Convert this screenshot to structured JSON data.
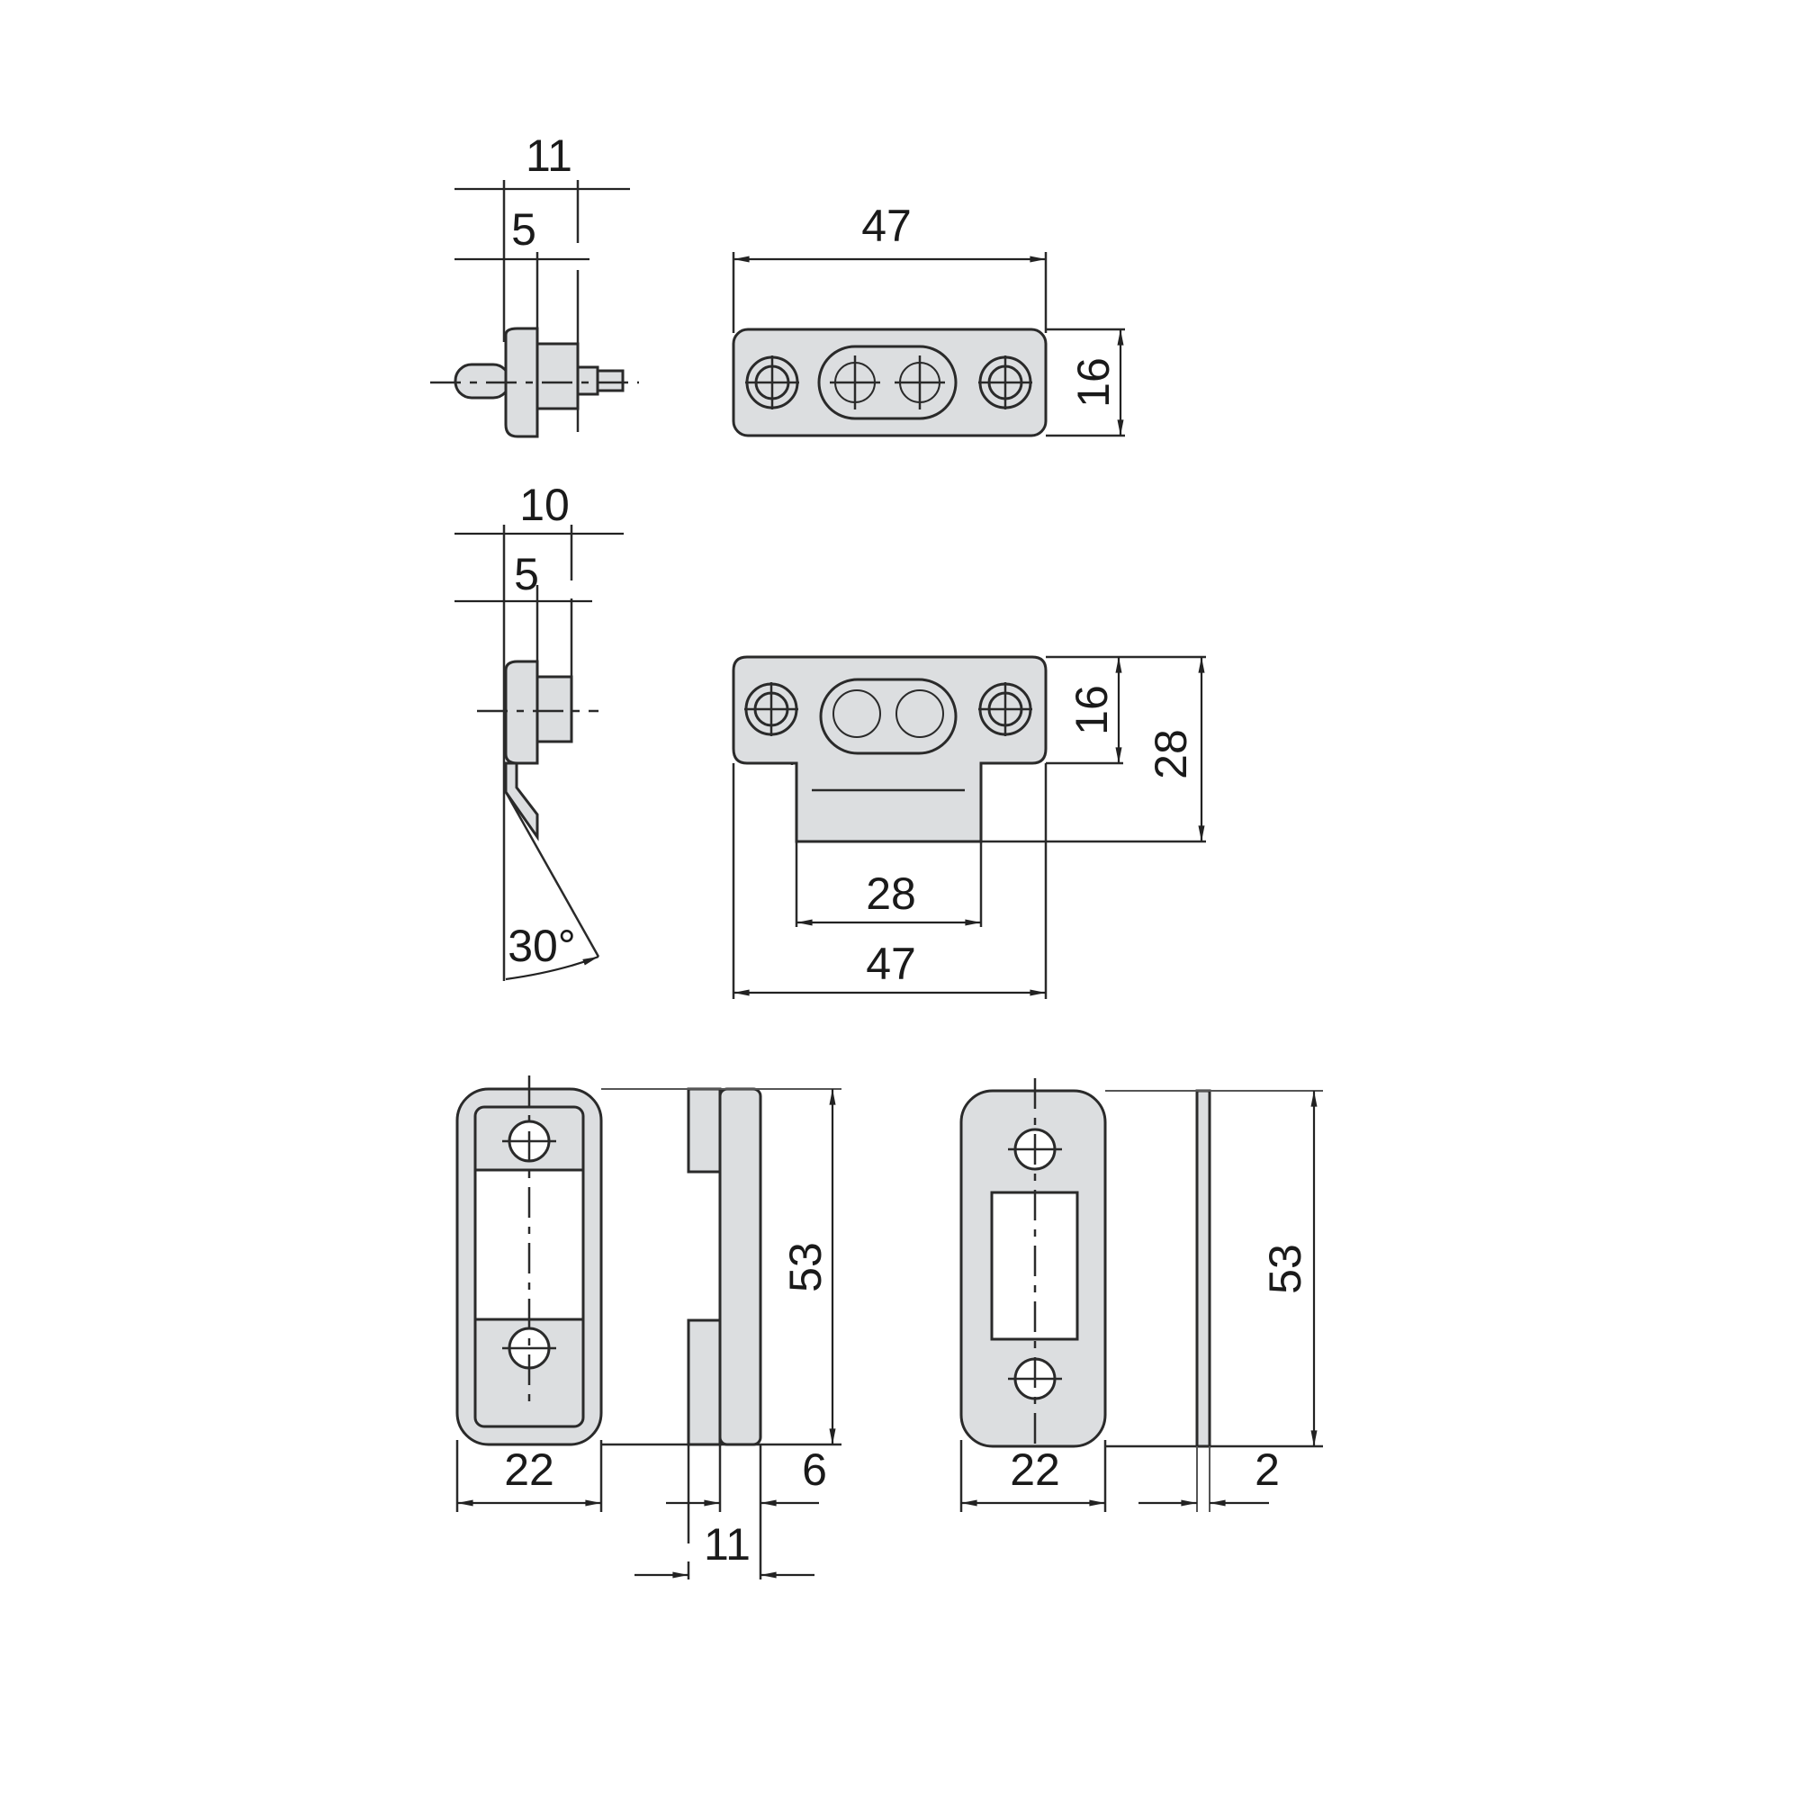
{
  "diagram": {
    "title": "Strike plate / keeper technical drawing",
    "colors": {
      "part_fill": "#dcdee0",
      "outline": "#2a2a2a",
      "background": "#ffffff"
    },
    "views": [
      {
        "id": "top-left-side",
        "dimensions": {
          "overall_depth": "11",
          "flange_thickness": "5"
        }
      },
      {
        "id": "top-right-front",
        "dimensions": {
          "width": "47",
          "height": "16"
        }
      },
      {
        "id": "middle-left-side",
        "dimensions": {
          "overall_depth": "10",
          "flange_thickness": "5",
          "angle": "30°"
        }
      },
      {
        "id": "middle-right-front",
        "dimensions": {
          "height_plate": "16",
          "height_total": "28",
          "tab_width": "28",
          "width": "47"
        }
      },
      {
        "id": "bottom-left-front",
        "dimensions": {
          "width": "22"
        }
      },
      {
        "id": "bottom-left-side",
        "dimensions": {
          "height": "53",
          "lip": "6",
          "depth": "11"
        }
      },
      {
        "id": "bottom-right-front",
        "dimensions": {
          "width": "22"
        }
      },
      {
        "id": "bottom-right-side",
        "dimensions": {
          "height": "53",
          "thickness": "2"
        }
      }
    ]
  }
}
